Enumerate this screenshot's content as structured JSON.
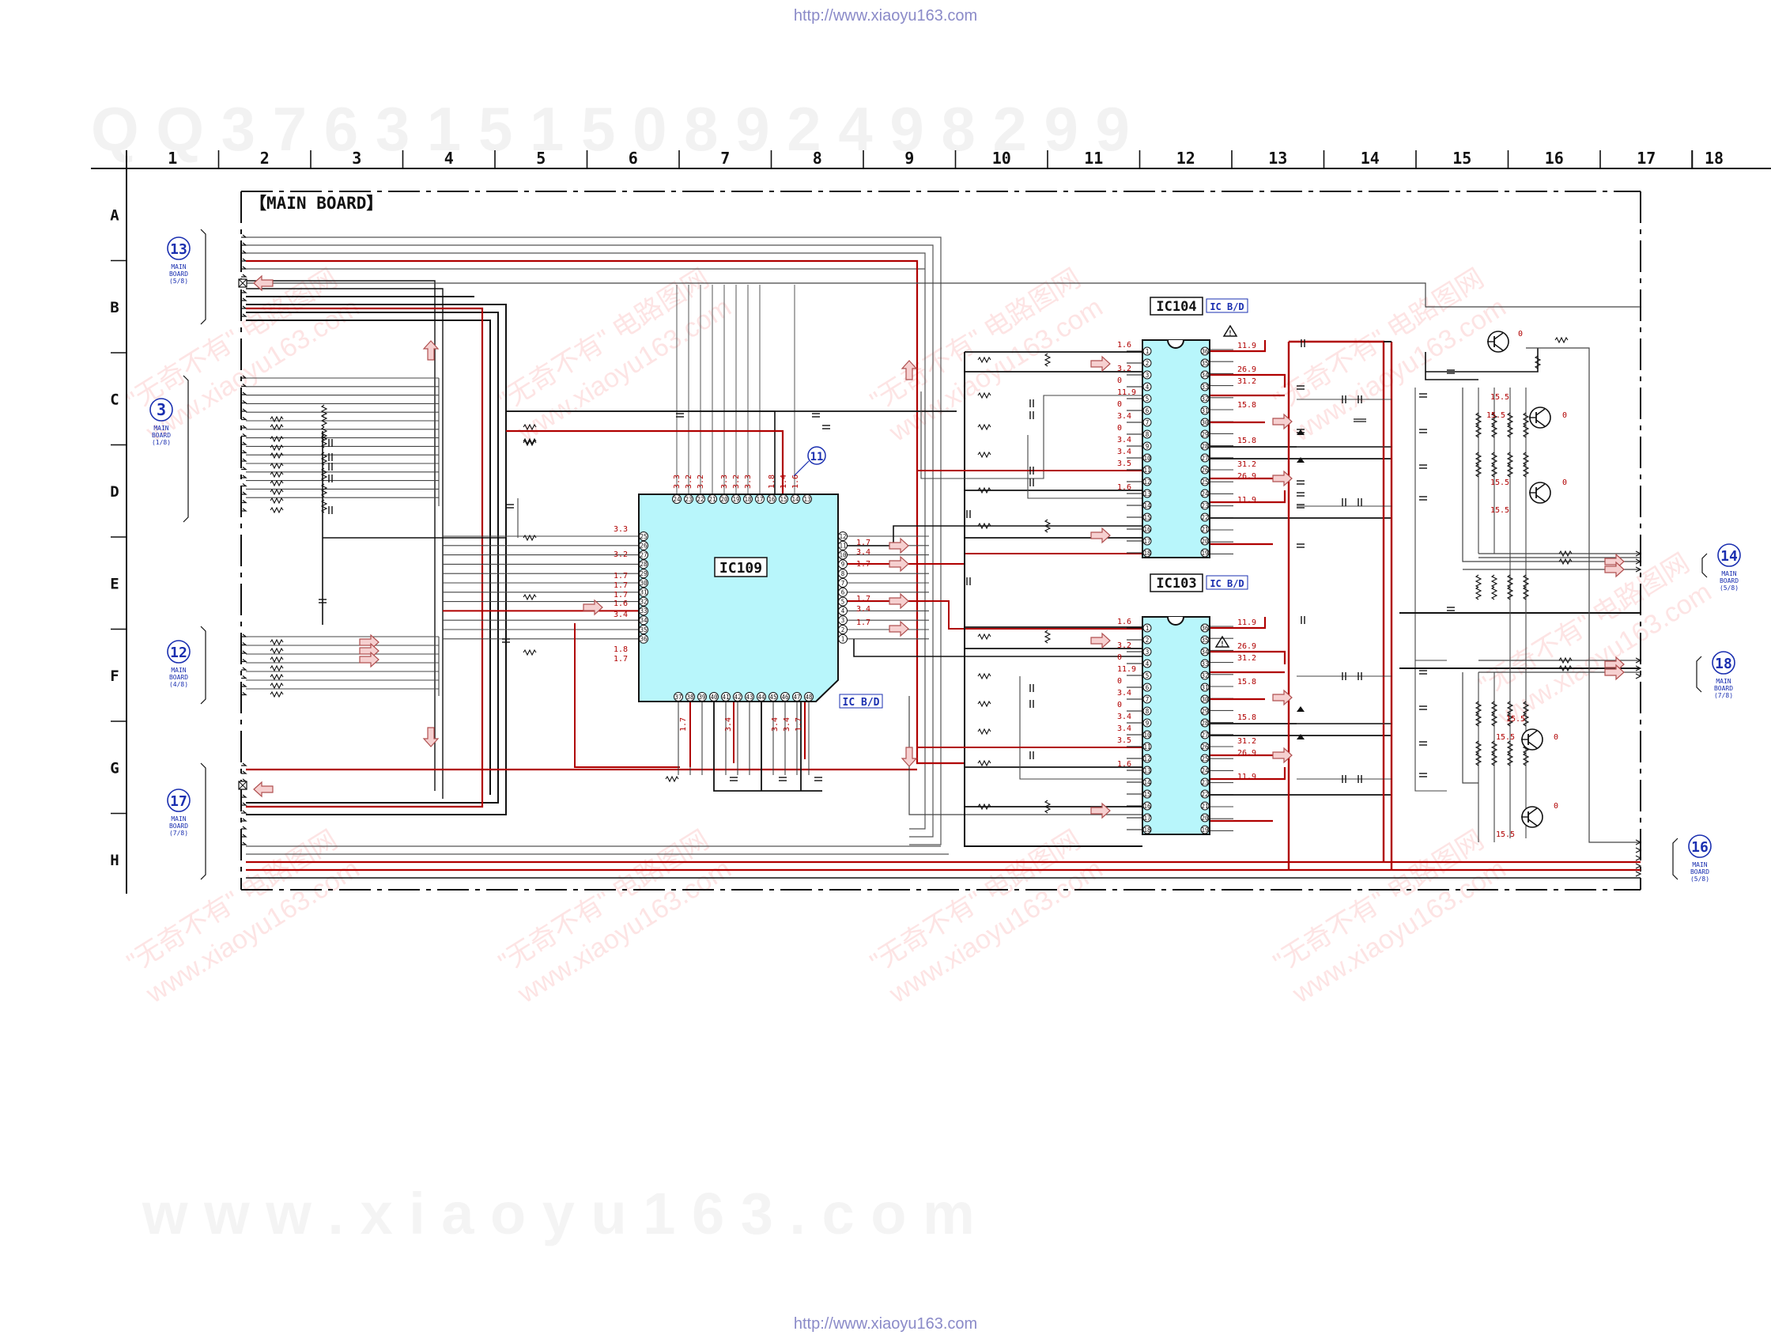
{
  "page": {
    "url_top": "http://www.xiaoyu163.com",
    "url_bottom": "http://www.xiaoyu163.com",
    "qq_watermark": "Q Q 3 7 6 3 1 5 1 5 0     8 9 2 4 9 8 2 9 9",
    "big_watermark": "w w w . x i a o y u 1 6 3 . c o m",
    "diag_watermark_cn": "\"无奇不有\" 电路图网",
    "diag_watermark_en": "www.xiaoyu163.com"
  },
  "grid": {
    "columns": [
      "1",
      "2",
      "3",
      "4",
      "5",
      "6",
      "7",
      "8",
      "9",
      "10",
      "11",
      "12",
      "13",
      "14",
      "15",
      "16",
      "17",
      "18"
    ],
    "rows": [
      "A",
      "B",
      "C",
      "D",
      "E",
      "F",
      "G",
      "H"
    ]
  },
  "board": {
    "title": "【MAIN BOARD】"
  },
  "connectors_left": [
    {
      "num": "13",
      "l1": "MAIN",
      "l2": "BOARD",
      "l3": "(5/8)"
    },
    {
      "num": "3",
      "l1": "MAIN",
      "l2": "BOARD",
      "l3": "(1/8)"
    },
    {
      "num": "12",
      "l1": "MAIN",
      "l2": "BOARD",
      "l3": "(4/8)"
    },
    {
      "num": "17",
      "l1": "MAIN",
      "l2": "BOARD",
      "l3": "(7/8)"
    }
  ],
  "connectors_right": [
    {
      "num": "14",
      "l1": "MAIN",
      "l2": "BOARD",
      "l3": "(5/8)"
    },
    {
      "num": "18",
      "l1": "MAIN",
      "l2": "BOARD",
      "l3": "(7/8)"
    },
    {
      "num": "16",
      "l1": "MAIN",
      "l2": "BOARD",
      "l3": "(5/8)"
    }
  ],
  "marker_11": "11",
  "ics": {
    "ic109": {
      "label": "IC109",
      "tag": "IC B/D"
    },
    "ic104": {
      "label": "IC104",
      "tag": "IC B/D"
    },
    "ic103": {
      "label": "IC103",
      "tag": "IC B/D"
    }
  },
  "ic109_pins": {
    "top": [
      "24",
      "23",
      "22",
      "21",
      "20",
      "19",
      "18",
      "17",
      "16",
      "15",
      "14",
      "13"
    ],
    "left": [
      "25",
      "26",
      "27",
      "28",
      "29",
      "30",
      "31",
      "32",
      "33",
      "34",
      "35",
      "36"
    ],
    "right": [
      "12",
      "11",
      "10",
      "9",
      "8",
      "7",
      "6",
      "5",
      "4",
      "3",
      "2",
      "1"
    ],
    "bottom": [
      "37",
      "38",
      "39",
      "40",
      "41",
      "42",
      "43",
      "44",
      "45",
      "46",
      "47",
      "48"
    ]
  },
  "ic109_voltages": {
    "top": [
      "3.3",
      "3.2",
      "3.2",
      "",
      "3.3",
      "3.2",
      "3.3",
      "",
      "1.8",
      "1.4",
      "1.6"
    ],
    "left": [
      "3.3",
      "3.2",
      "1.7",
      "1.7",
      "1.7",
      "1.6",
      "3.4",
      "1.8",
      "1.7"
    ],
    "right": [
      "1.7",
      "3.4",
      "1.7",
      "1.7",
      "3.4",
      "1.7"
    ],
    "bottom": [
      "1.7",
      "3.4",
      "3.4",
      "3.4",
      "1.7"
    ]
  },
  "ic_dip_pins": {
    "left": [
      "1",
      "2",
      "3",
      "4",
      "5",
      "6",
      "7",
      "8",
      "9",
      "10",
      "11",
      "12",
      "13",
      "14",
      "15",
      "16",
      "17",
      "18"
    ],
    "right": [
      "36",
      "35",
      "34",
      "33",
      "32",
      "31",
      "30",
      "29",
      "28",
      "27",
      "26",
      "25",
      "24",
      "23",
      "22",
      "21",
      "20",
      "19"
    ]
  },
  "ic104_voltages": {
    "left": [
      "1.6",
      "3.2",
      "0",
      "11.9",
      "0",
      "3.4",
      "0",
      "3.4",
      "3.4",
      "3.5",
      "1.6"
    ],
    "right": [
      "11.9",
      "26.9",
      "31.2",
      "15.8",
      "15.8",
      "31.2",
      "26.9",
      "11.9"
    ]
  },
  "ic103_voltages": {
    "left": [
      "1.6",
      "3.2",
      "0",
      "11.9",
      "0",
      "3.4",
      "0",
      "3.4",
      "3.4",
      "3.5",
      "1.6"
    ],
    "right": [
      "11.9",
      "26.9",
      "31.2",
      "15.8",
      "15.8",
      "31.2",
      "26.9",
      "11.9"
    ]
  },
  "transistor_voltages": [
    "0",
    "15.5",
    "15.5",
    "0",
    "15.5",
    "0",
    "15.5",
    "15.5",
    "0",
    "15.5",
    "0",
    "15.5"
  ],
  "colors": {
    "ic_fill": "#b8f6fb",
    "signal_red": "#b00000",
    "wire": "#222222",
    "label_blue": "#1a2fb0",
    "url": "#8a8ac8"
  }
}
